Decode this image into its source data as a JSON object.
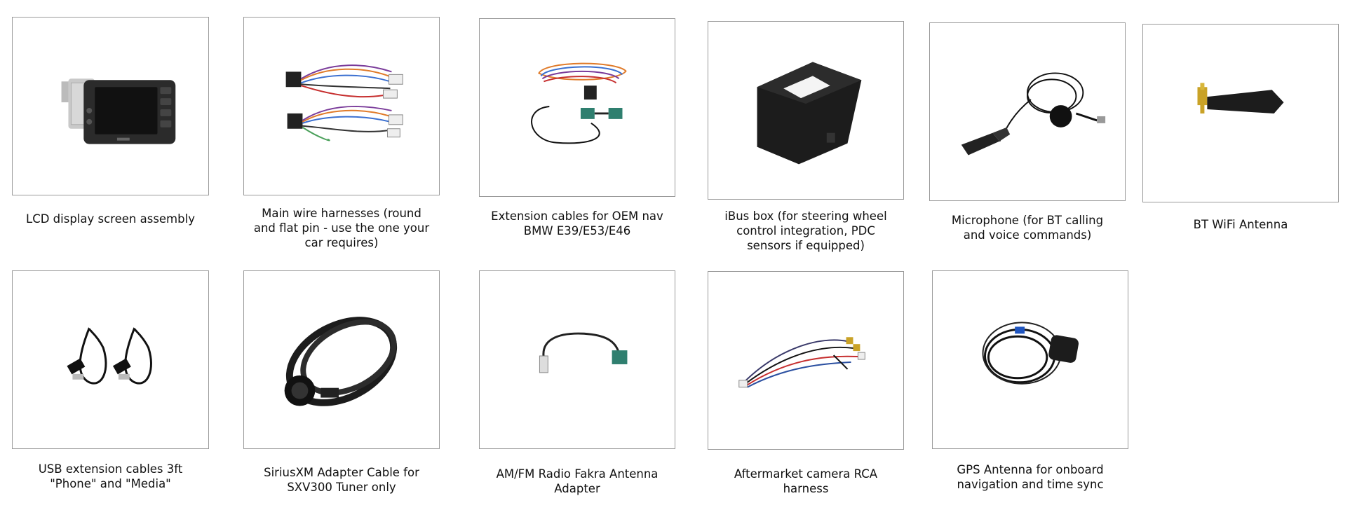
{
  "items": [
    {
      "label": "LCD display screen assembly",
      "icon": "lcd-display-icon"
    },
    {
      "label": "Main wire harnesses (round\nand flat pin - use the one your\ncar requires)",
      "icon": "wire-harness-icon"
    },
    {
      "label": "Extension cables for OEM nav\nBMW E39/E53/E46",
      "icon": "extension-cable-icon"
    },
    {
      "label": "iBus box (for steering wheel\ncontrol integration, PDC\nsensors if equipped)",
      "icon": "ibus-box-icon"
    },
    {
      "label": "Microphone (for BT calling\nand voice commands)",
      "icon": "microphone-icon"
    },
    {
      "label": "BT WiFi Antenna",
      "icon": "antenna-icon"
    },
    {
      "label": "USB extension cables 3ft\n\"Phone\" and \"Media\"",
      "icon": "usb-cable-icon"
    },
    {
      "label": "SiriusXM Adapter Cable for\nSXV300 Tuner only",
      "icon": "siriusxm-cable-icon"
    },
    {
      "label": "AM/FM Radio Fakra Antenna\nAdapter",
      "icon": "fakra-adapter-icon"
    },
    {
      "label": "Aftermarket camera RCA\nharness",
      "icon": "rca-harness-icon"
    },
    {
      "label": "GPS Antenna for onboard\nnavigation and time sync",
      "icon": "gps-antenna-icon"
    }
  ],
  "colors": {
    "frame_border": "#9a9a9a",
    "text": "#111111",
    "background": "#ffffff"
  }
}
